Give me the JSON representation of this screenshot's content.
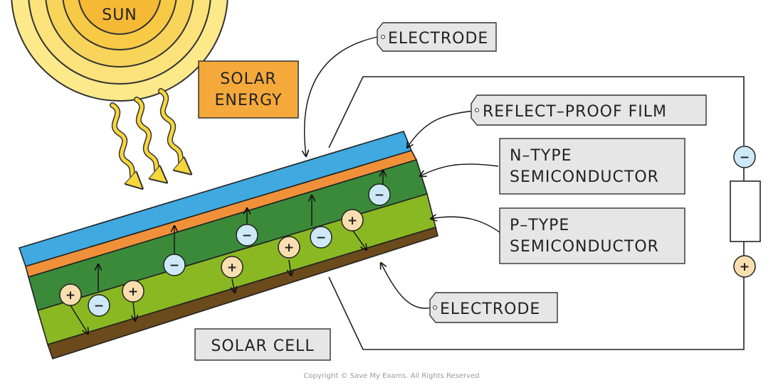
{
  "sun": {
    "label": "SUN"
  },
  "solar_energy": {
    "line1": "SOLAR",
    "line2": "ENERGY"
  },
  "labels": {
    "electrode_top": "ELECTRODE",
    "reflect_proof": "REFLECT–PROOF FILM",
    "n_type_1": "N–TYPE",
    "n_type_2": "SEMICONDUCTOR",
    "p_type_1": "P–TYPE",
    "p_type_2": "SEMICONDUCTOR",
    "electrode_bottom": "ELECTRODE",
    "solar_cell": "SOLAR CELL"
  },
  "charges": {
    "negative": "−",
    "positive": "+"
  },
  "copyright": "Copyright © Save My Exams. All Rights Reserved",
  "colors": {
    "sun_fill": "#fbe27a",
    "sun_ring": "#f5c842",
    "energy_box": "#f4a93a",
    "ray": "#f6d63a",
    "top_layer": "#3fa9e0",
    "film_layer": "#f0913a",
    "n_layer": "#3a8a3a",
    "p_layer": "#8ab823",
    "bottom_layer": "#6b4a1b",
    "label_box": "#e6e6e6",
    "neg_charge": "#cde9f7",
    "pos_charge": "#f9deb0"
  }
}
